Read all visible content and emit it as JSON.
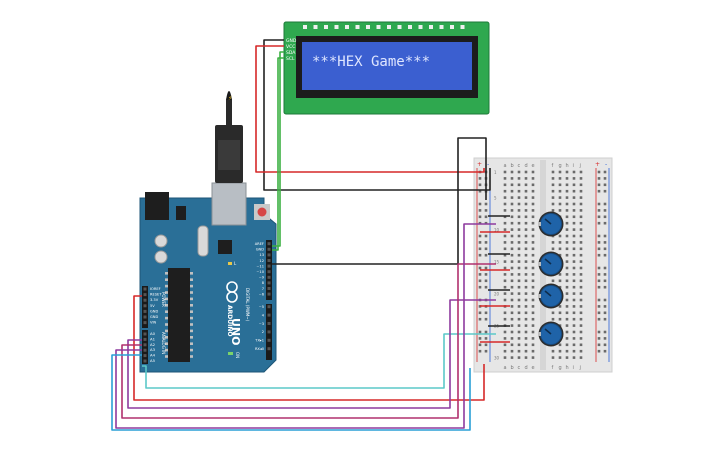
{
  "lcd": {
    "message": "***HEX Game***",
    "pin_labels": [
      "GND",
      "VCC",
      "SDA",
      "SCL"
    ]
  },
  "arduino": {
    "brand": "ARDUINO",
    "model": "UNO",
    "power_labels": [
      "IOREF",
      "RESET",
      "3.3V",
      "5V",
      "GND",
      "GND",
      "VIN"
    ],
    "analog_labels": [
      "A0",
      "A1",
      "A2",
      "A3",
      "A4",
      "A5"
    ],
    "analog_header": "ANALOG IN",
    "power_header": "POWER",
    "digital_labels": [
      "AREF",
      "GND",
      "13",
      "12",
      "~11",
      "~10",
      "~9",
      "8",
      "7",
      "~6",
      "~5",
      "4",
      "~3",
      "2",
      "TX▸1",
      "RX◂0"
    ],
    "digital_header": "DIGITAL (PWM~)",
    "led_labels": [
      "L",
      "TX",
      "RX"
    ],
    "on_label": "ON"
  },
  "breadboard": {
    "col_letters_left": [
      "a",
      "b",
      "c",
      "d",
      "e"
    ],
    "col_letters_right": [
      "f",
      "g",
      "h",
      "i",
      "j"
    ],
    "row_count": 30,
    "rail_plus": "+",
    "rail_minus": "-"
  },
  "potentiometers": {
    "count": 4
  },
  "colors": {
    "board": "#2a6f97",
    "lcd_screen": "#3b5fd0",
    "lcd_pcb": "#2fa84f",
    "wire_red": "#d62828",
    "wire_black": "#222222",
    "wire_green": "#3cb043",
    "wire_purple": "#8e3a9e",
    "wire_magenta": "#b0306e",
    "wire_cyan": "#5cc8c8",
    "wire_blue": "#2a9fd6",
    "knob": "#1f63a8"
  }
}
